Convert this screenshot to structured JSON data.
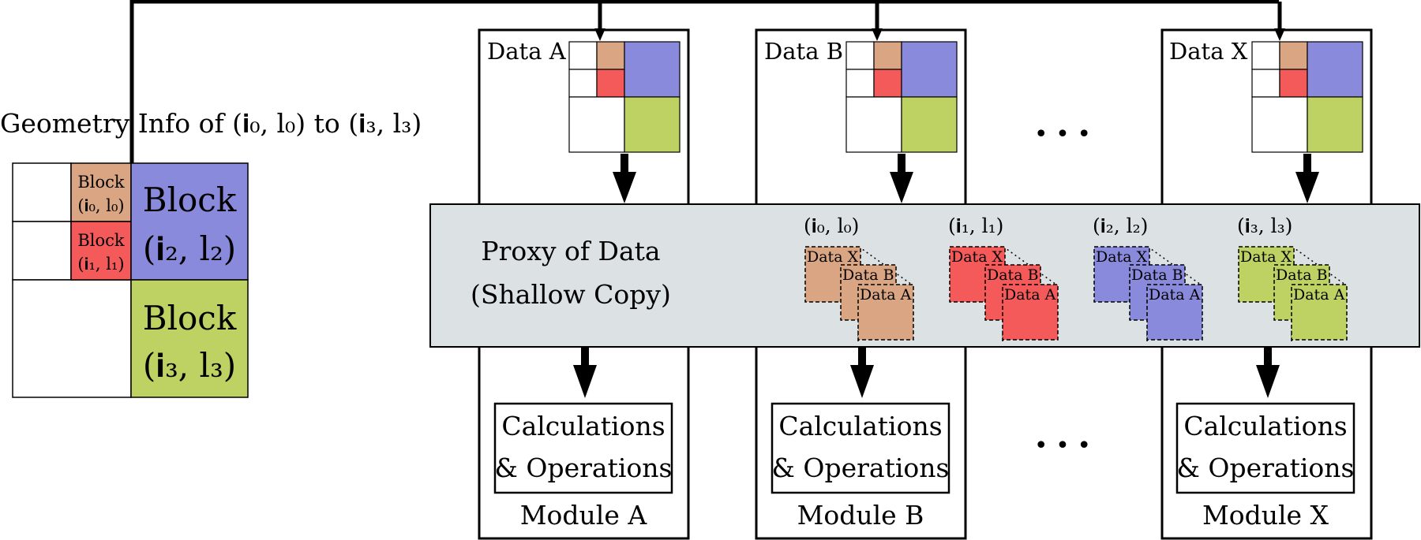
{
  "colors": {
    "block0": "#D9A582",
    "block1": "#F55A5A",
    "block2": "#8A8ADC",
    "block3": "#BDD263",
    "proxy_bg": "#DCE1E3",
    "stroke": "#000000"
  },
  "geometry_panel": {
    "title": "Geometry Info of (𝐢₀, l₀) to (𝐢₃, l₃)",
    "block0": {
      "line1": "Block",
      "line2": "(𝐢₀, l₀)"
    },
    "block1": {
      "line1": "Block",
      "line2": "(𝐢₁, l₁)"
    },
    "block2": {
      "line1": "Block",
      "line2": "(𝐢₂, l₂)"
    },
    "block3": {
      "line1": "Block",
      "line2": "(𝐢₃, l₃)"
    }
  },
  "modules": [
    {
      "data_label": "Data A",
      "calc_line1": "Calculations",
      "calc_line2": "& Operations",
      "module_label": "Module A"
    },
    {
      "data_label": "Data B",
      "calc_line1": "Calculations",
      "calc_line2": "& Operations",
      "module_label": "Module B"
    },
    {
      "data_label": "Data X",
      "calc_line1": "Calculations",
      "calc_line2": "& Operations",
      "module_label": "Module X"
    }
  ],
  "ellipsis": "• • •",
  "proxy": {
    "line1": "Proxy of Data",
    "line2": "(Shallow Copy)",
    "groups": [
      {
        "label": "(𝐢₀, l₀)",
        "back": "Data X",
        "mid": "Data B",
        "front": "Data A"
      },
      {
        "label": "(𝐢₁, l₁)",
        "back": "Data X",
        "mid": "Data B",
        "front": "Data A"
      },
      {
        "label": "(𝐢₂, l₂)",
        "back": "Data X",
        "mid": "Data B",
        "front": "Data A"
      },
      {
        "label": "(𝐢₃, l₃)",
        "back": "Data X",
        "mid": "Data B",
        "front": "Data A"
      }
    ]
  }
}
